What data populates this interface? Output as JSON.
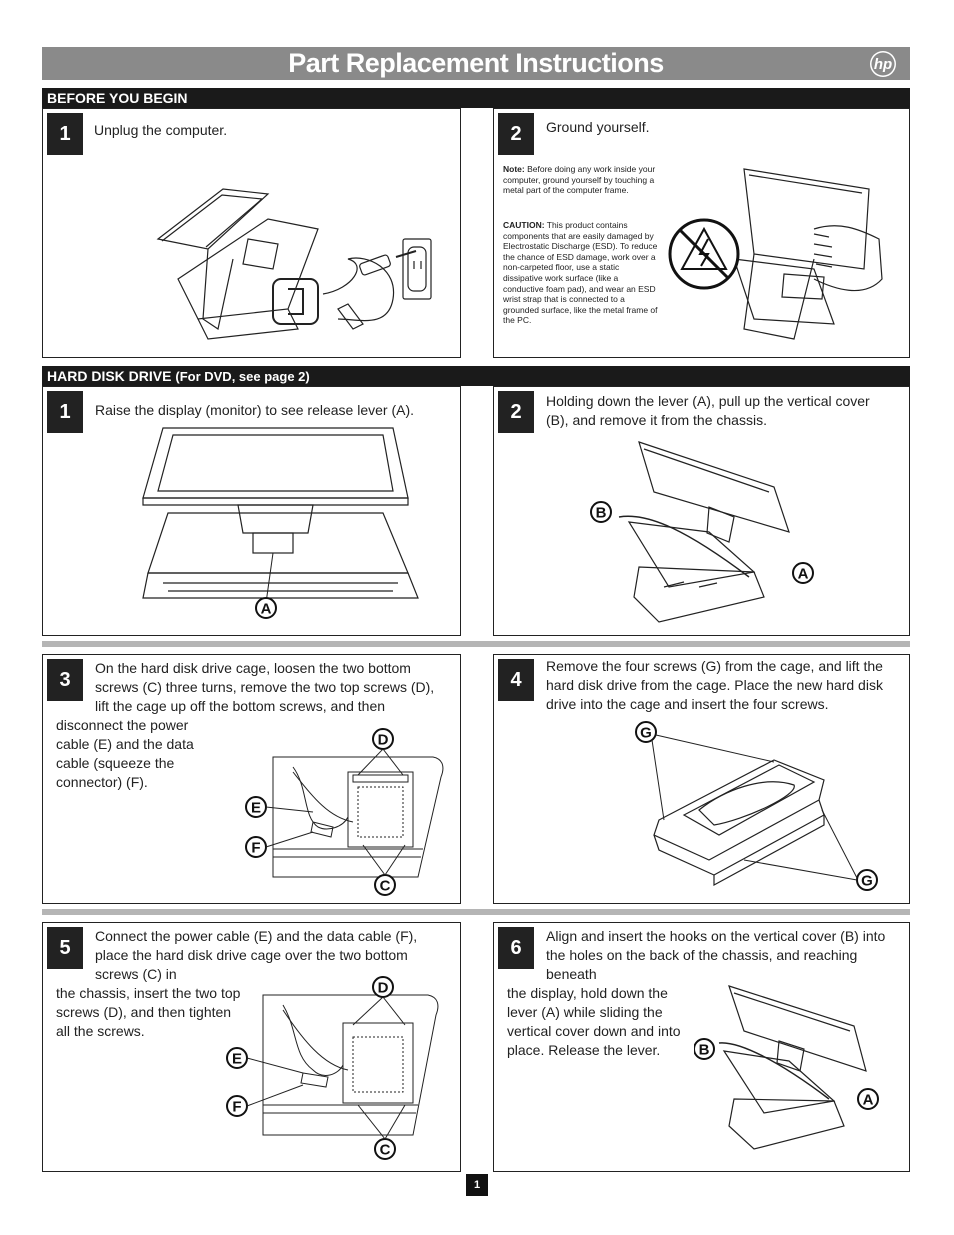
{
  "header": {
    "title": "Part Replacement Instructions",
    "logo_text": "hp"
  },
  "sections": {
    "before": "BEFORE YOU BEGIN",
    "hdd_main": "HARD DISK DRIVE",
    "hdd_note": "(For DVD, see page 2)"
  },
  "before_steps": [
    {
      "num": "1",
      "text": "Unplug the computer."
    },
    {
      "num": "2",
      "text": "Ground yourself.",
      "note_label": "Note:",
      "note_text": "Before doing any work inside your computer, ground yourself by touching a metal part of the computer frame.",
      "caution_label": "CAUTION:",
      "caution_text": "This product contains components that are easily damaged by Electrostatic Discharge (ESD). To reduce the chance of ESD damage, work over a non-carpeted floor, use a static dissipative work surface (like a conductive foam pad), and wear an ESD wrist strap that is connected to a grounded surface, like the metal frame of the PC."
    }
  ],
  "hdd_steps": [
    {
      "num": "1",
      "text": "Raise the display (monitor) to see release lever (A)."
    },
    {
      "num": "2",
      "text": "Holding down the lever (A), pull up the vertical cover (B), and remove it from the chassis."
    },
    {
      "num": "3",
      "text_a": "On the hard disk drive cage, loosen the two bottom screws (C) three turns, remove the two top screws (D), lift the cage up off the bottom screws, and then",
      "text_b": "disconnect the power cable (E) and the data cable (squeeze the connector) (F)."
    },
    {
      "num": "4",
      "text": "Remove the four screws (G) from the cage, and lift the hard disk drive from the cage. Place the new hard disk drive into the cage and insert the four screws."
    },
    {
      "num": "5",
      "text_a": "Connect the power cable (E) and the data cable (F), place the hard disk drive cage over the two bottom screws (C) in",
      "text_b": "the chassis, insert the two top screws (D), and then tighten all the screws."
    },
    {
      "num": "6",
      "text_a": "Align and insert the hooks on the vertical cover (B) into the holes on the back of the chassis, and reaching beneath",
      "text_b": "the display, hold down the lever (A) while sliding the vertical cover down and into place. Release the lever."
    }
  ],
  "callouts": {
    "A": "A",
    "B": "B",
    "C": "C",
    "D": "D",
    "E": "E",
    "F": "F",
    "G": "G"
  },
  "footer": {
    "page_number": "1"
  }
}
